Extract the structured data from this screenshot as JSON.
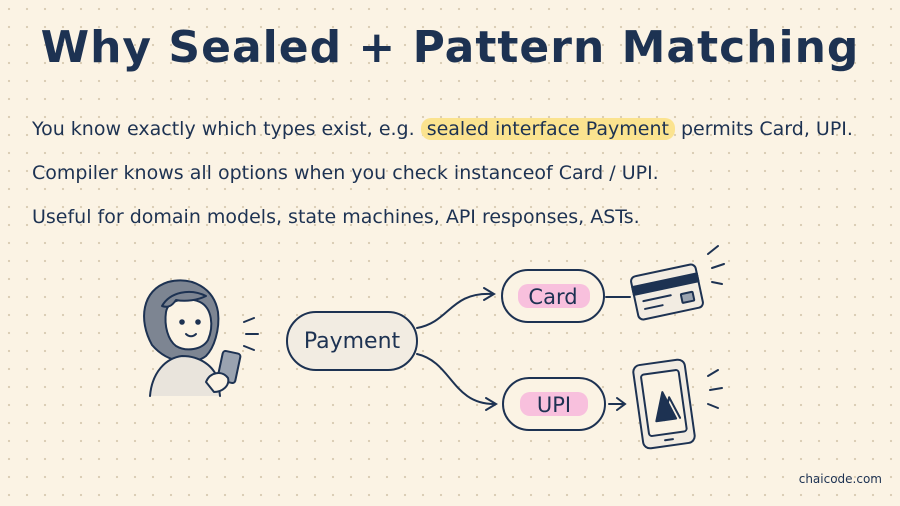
{
  "title": "Why Sealed + Pattern Matching",
  "lines": {
    "l1_pre": "You know exactly which types exist, e.g. ",
    "l1_highlight": "sealed interface Payment",
    "l1_post": " permits Card, UPI.",
    "l2": "Compiler knows all options when you check instanceof Card / UPI.",
    "l3": "Useful for domain models, state machines, API responses, ASTs."
  },
  "diagram": {
    "root": "Payment",
    "card": "Card",
    "upi": "UPI"
  },
  "credit": "chaicode.com",
  "colors": {
    "ink": "#1d3252",
    "background": "#fbf3e4",
    "highlight_yellow": "#fbe38f",
    "highlight_pink": "#f7b6dc"
  }
}
